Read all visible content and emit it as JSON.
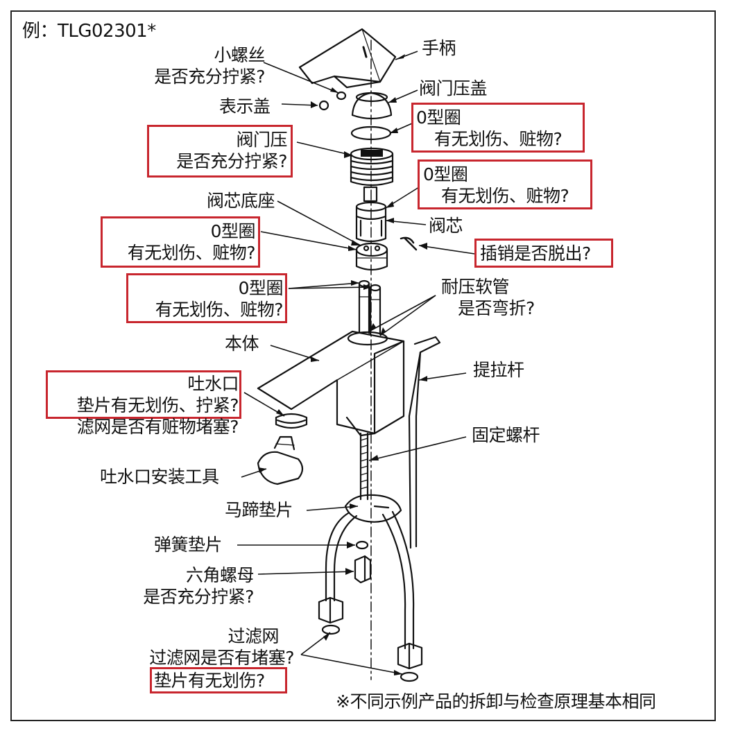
{
  "title": "例：TLG02301*",
  "labels": {
    "handle": "手柄",
    "small_screw_1": "小螺丝",
    "small_screw_2": "是否充分拧紧?",
    "cap": "表示盖",
    "valve_cover": "阀门压盖",
    "oring1_1": "0型圈",
    "oring1_2": "有无划伤、赃物?",
    "valve_press_1": "阀门压",
    "valve_press_2": "是否充分拧紧?",
    "oring2_1": "0型圈",
    "oring2_2": "有无划伤、赃物?",
    "cartridge_base": "阀芯底座",
    "cartridge": "阀芯",
    "oring3_1": "0型圈",
    "oring3_2": "有无划伤、赃物?",
    "pin": "插销是否脱出?",
    "oring4_1": "0型圈",
    "oring4_2": "有无划伤、赃物?",
    "hose_1": "耐压软管",
    "hose_2": "是否弯折?",
    "body": "本体",
    "lift_rod": "提拉杆",
    "spout_1": "吐水口",
    "spout_2": "垫片有无划伤、拧紧?",
    "spout_3": "滤网是否有赃物堵塞?",
    "fixing_bolt": "固定螺杆",
    "spout_tool": "吐水口安装工具",
    "horseshoe": "马蹄垫片",
    "spring_washer": "弹簧垫片",
    "hex_nut_1": "六角螺母",
    "hex_nut_2": "是否充分拧紧?",
    "filter_1": "过滤网",
    "filter_2": "过滤网是否有堵塞?",
    "filter_3": "垫片有无划伤?",
    "note": "※不同示例产品的拆卸与检查原理基本相同"
  },
  "colors": {
    "highlight": "#c8262e",
    "line": "#111111"
  }
}
